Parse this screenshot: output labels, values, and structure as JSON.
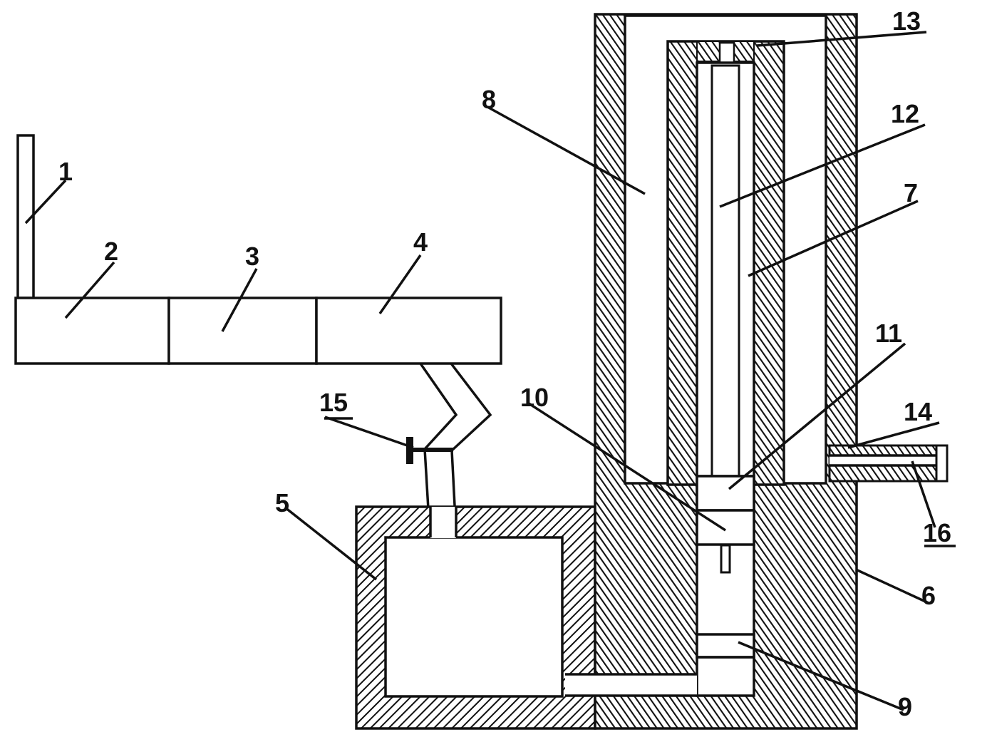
{
  "labels": {
    "l1": "1",
    "l2": "2",
    "l3": "3",
    "l4": "4",
    "l5": "5",
    "l6": "6",
    "l7": "7",
    "l8": "8",
    "l9": "9",
    "l10": "10",
    "l11": "11",
    "l12": "12",
    "l13": "13",
    "l14": "14",
    "l15": "15",
    "l16": "16"
  },
  "colors": {
    "ink": "#111111",
    "paper": "#ffffff"
  }
}
